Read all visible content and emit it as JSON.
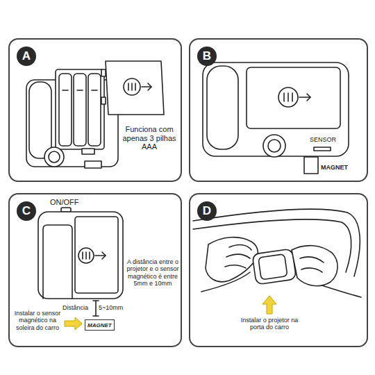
{
  "diagram": {
    "nodes": [
      {
        "text": [
          "A"
        ]
      },
      {
        "text": [
          "B"
        ]
      },
      {
        "text": [
          "C"
        ]
      },
      {
        "text": [
          "D"
        ]
      },
      {
        "text": [
          "MAGNET"
        ],
        "in": 2
      }
    ],
    "labels": [
      "Funciona com apenas 3 pilhas AAA",
      "SENSOR",
      "MAGNET",
      "ON/OFF",
      "A distância entre o projetor e o sensor magnético é entre 5mm e 10mm",
      "Distância",
      "5~10mm",
      "Instalar o sensor magnético na soleira do carro",
      "Instalar o projetor na porta do carro"
    ]
  }
}
